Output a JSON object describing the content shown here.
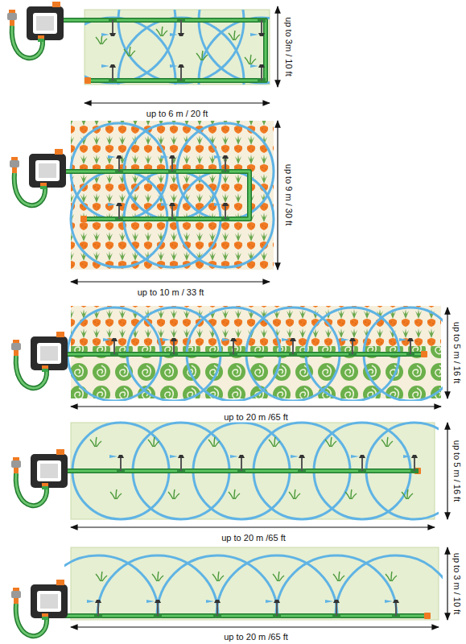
{
  "diagram": {
    "labels": [
      "up to 3m / 10 ft",
      "up to 6 m / 20 ft",
      "up to 9 m / 30 ft",
      "up to 10 m / 33 ft",
      "up to 5 m / 16 ft",
      "up to 20 m /65 ft",
      "up to 5 m / 16 ft",
      "up to 20 m /65 ft",
      "up to 3 m / 10 ft",
      "up to 20 m /65 ft"
    ]
  }
}
